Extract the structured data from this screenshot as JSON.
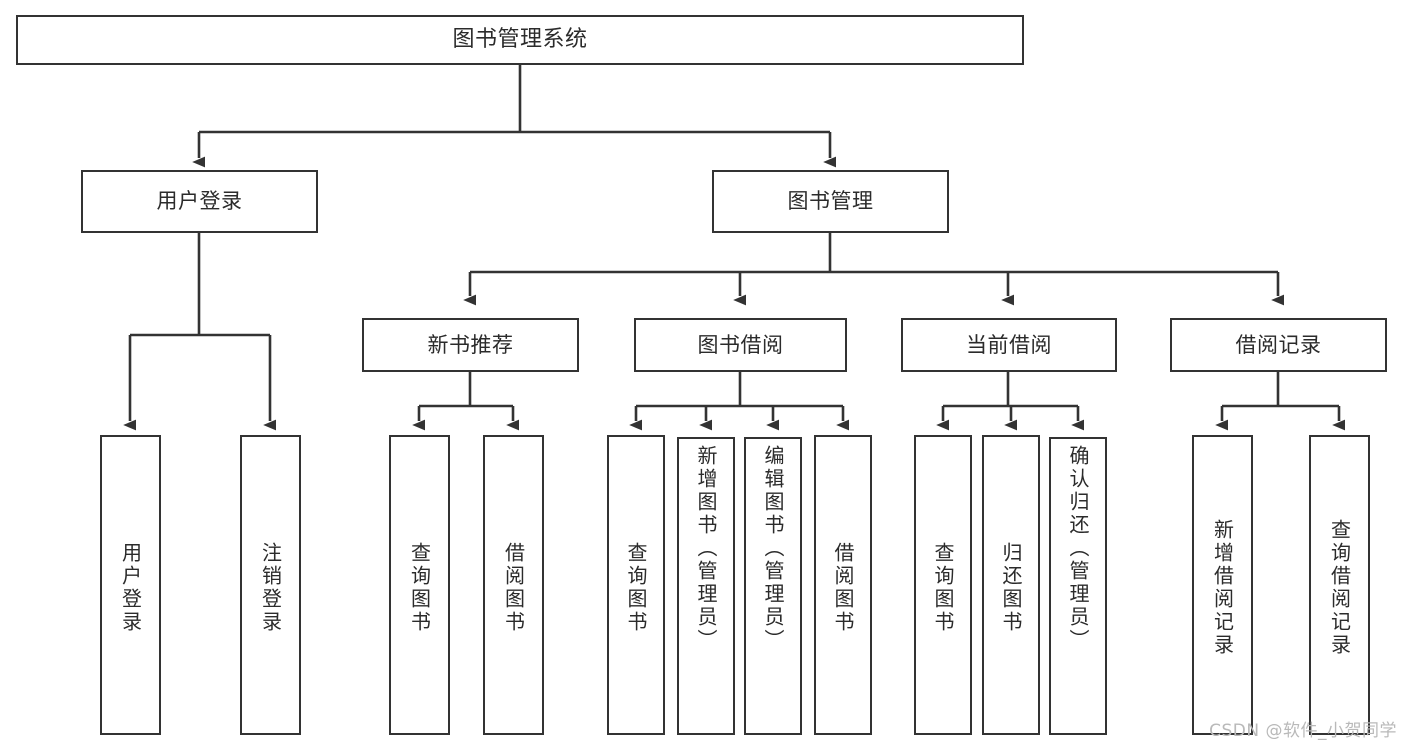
{
  "diagram": {
    "title": "图书管理系统",
    "type": "tree",
    "colors": {
      "box_border": "#333333",
      "box_fill": "#ffffff",
      "edge": "#333333",
      "text": "#2b2b2b",
      "background": "#ffffff",
      "watermark": "#b9b9b9"
    },
    "root": {
      "label": "图书管理系统"
    },
    "level1": [
      {
        "label": "用户登录"
      },
      {
        "label": "图书管理"
      }
    ],
    "level2": [
      {
        "label": "新书推荐"
      },
      {
        "label": "图书借阅"
      },
      {
        "label": "当前借阅"
      },
      {
        "label": "借阅记录"
      }
    ],
    "leaves": {
      "user_login": [
        {
          "label": "用户登录"
        },
        {
          "label": "注销登录"
        }
      ],
      "new_book": [
        {
          "label": "查询图书"
        },
        {
          "label": "借阅图书"
        }
      ],
      "borrow_book": [
        {
          "label": "查询图书"
        },
        {
          "label": "新增图书（管理员）"
        },
        {
          "label": "编辑图书（管理员）"
        },
        {
          "label": "借阅图书"
        }
      ],
      "current_borrow": [
        {
          "label": "查询图书"
        },
        {
          "label": "归还图书"
        },
        {
          "label": "确认归还（管理员）"
        }
      ],
      "borrow_record": [
        {
          "label": "新增借阅记录"
        },
        {
          "label": "查询借阅记录"
        }
      ]
    },
    "watermark": "CSDN @软件_小贺同学"
  }
}
